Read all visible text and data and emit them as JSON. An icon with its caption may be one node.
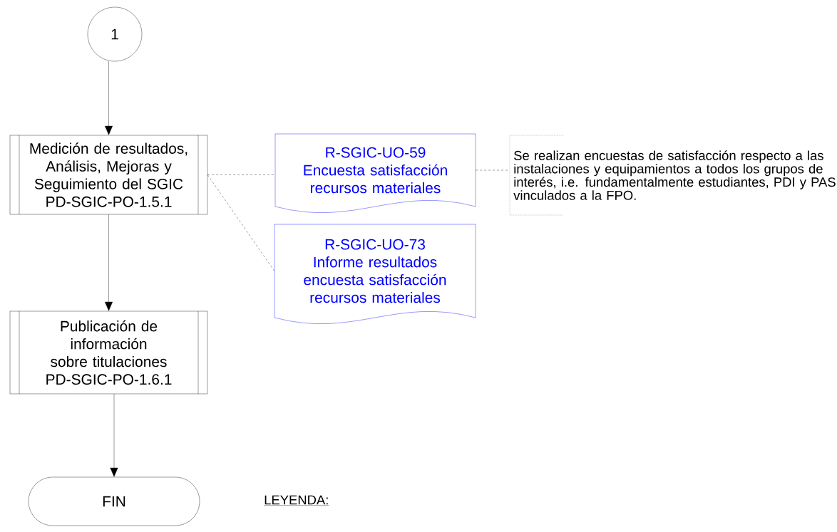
{
  "diagram": {
    "nodes": [
      {
        "text": [
          "1"
        ]
      },
      {
        "text": [
          "Medición de resultados, Análisis, Mejoras y Seguimiento del SGIC",
          "PD-SGIC-PO-1.5.1"
        ]
      },
      {
        "text": [
          "R-SGIC-UO-59",
          "Encuesta satisfacción recursos materiales"
        ]
      },
      {
        "text": [
          "Se realizan encuestas de satisfacción respecto a las instalaciones y equipamientos a todos los grupos de interés, i.e. fundamentalmente estudiantes, PDI y PAS vinculados a la FPO."
        ]
      },
      {
        "text": [
          "R-SGIC-UO-73",
          "Informe resultados encuesta satisfacción recursos materiales"
        ]
      },
      {
        "text": [
          "Publicación de información sobre titulaciones",
          "PD-SGIC-PO-1.6.1"
        ]
      },
      {
        "text": [
          "FIN"
        ]
      }
    ],
    "edges": [
      {
        "from": 0,
        "to": 1,
        "arrow": "to"
      },
      {
        "from": 1,
        "to": 5,
        "arrow": "to"
      },
      {
        "from": 5,
        "to": 6,
        "arrow": "to"
      },
      {
        "from": 1,
        "to": 2,
        "arrow": "none",
        "style": "dashed"
      },
      {
        "from": 1,
        "to": 4,
        "arrow": "none",
        "style": "dashed"
      },
      {
        "from": 2,
        "to": 3,
        "arrow": "none",
        "style": "dashed"
      }
    ],
    "labels": [
      "LEYENDA:"
    ]
  }
}
